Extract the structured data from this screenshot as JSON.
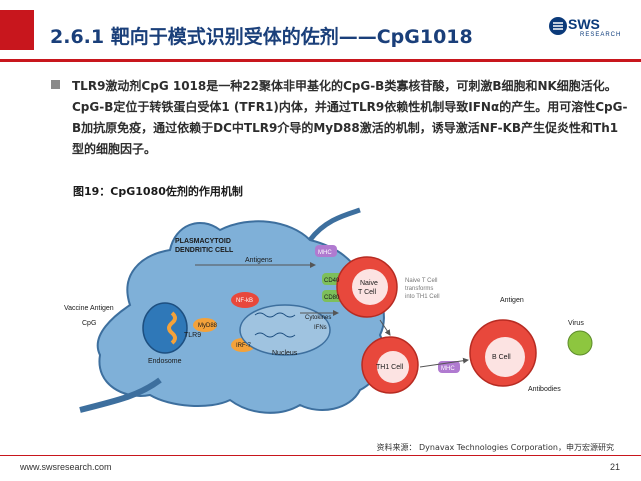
{
  "header": {
    "title": "2.6.1 靶向于模式识别受体的佐剂——CpG1018",
    "logo_text": "SWS",
    "logo_sub": "RESEARCH"
  },
  "body": {
    "paragraph": "TLR9激动剂CpG 1018是一种22聚体非甲基化的CpG-B类寡核苷酸，可刺激B细胞和NK细胞活化。CpG-B定位于转铁蛋白受体1 (TFR1)内体，并通过TLR9依赖性机制导致IFNα的产生。用可溶性CpG-B加抗原免疫，通过依赖于DC中TLR9介导的MyD88激活的机制，诱导激活NF-KB产生促炎性和Th1 型的细胞因子。"
  },
  "figure": {
    "caption": "图19：CpG1080佐剂的作用机制",
    "labels": {
      "pdc": "PLASMACYTOID",
      "pdc2": "DENDRITIC CELL",
      "antigens": "Antigens",
      "vaccine_antigen": "Vaccine Antigen",
      "cpg": "CpG",
      "endosome": "Endosome",
      "tlr9": "TLR9",
      "myd88": "MyD88",
      "nfkb": "NF-kB",
      "irf7": "IRF-7",
      "nucleus": "Nucleus",
      "cd40": "CD40",
      "cd80": "CD80",
      "mhc_top": "MHC",
      "cytokines": "Cytokines",
      "ifns": "IFNs",
      "naive_t": "Naive",
      "naive_t2": "T Cell",
      "transform1": "Naive T Cell",
      "transform2": "transforms",
      "transform3": "into TH1 Cell",
      "th1": "TH1 Cell",
      "mhc": "MHC",
      "b_cell": "B Cell",
      "antigen": "Antigen",
      "virus": "Virus",
      "antibodies": "Antibodies"
    },
    "colors": {
      "dc_fill": "#7fb0d8",
      "dc_stroke": "#3d6f9e",
      "t_cell": "#e8483c",
      "endosome": "#2f78b8",
      "myd88": "#f4a23a"
    }
  },
  "source": "资料来源： Dynavax Technologies Corporation，申万宏源研究",
  "footer": {
    "url": "www.swsresearch.com",
    "page": "21"
  }
}
